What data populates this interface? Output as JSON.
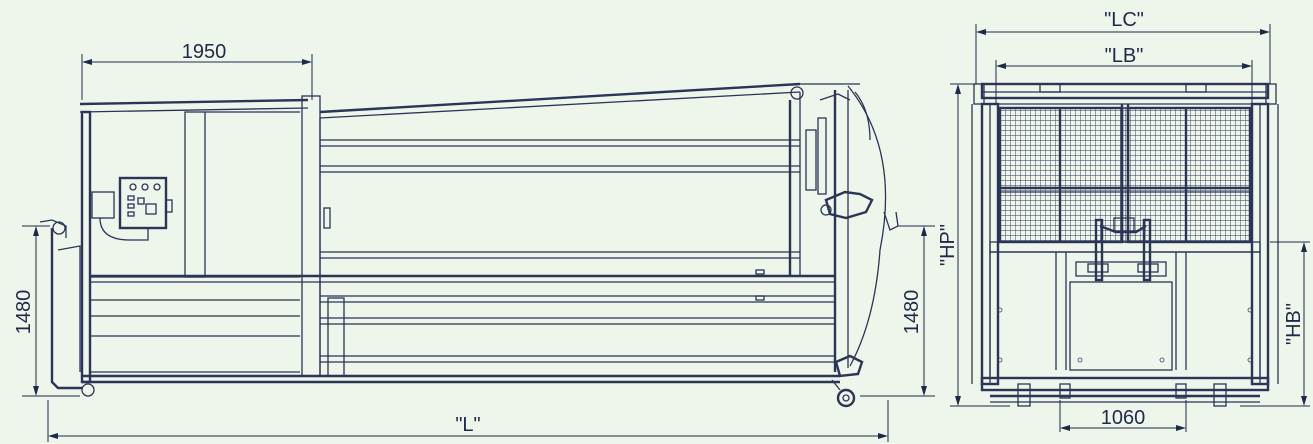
{
  "dimensions": {
    "side_top_length": "1950",
    "side_height_left": "1480",
    "side_height_right": "1480",
    "side_overall_length": "\"L\"",
    "end_outer_width": "\"LC\"",
    "end_inner_width": "\"LB\"",
    "end_overall_height": "\"HP\"",
    "end_body_height": "\"HB\"",
    "end_rail_width": "1060"
  },
  "colors": {
    "background": "#eef5ea",
    "line": "#2a3558"
  }
}
